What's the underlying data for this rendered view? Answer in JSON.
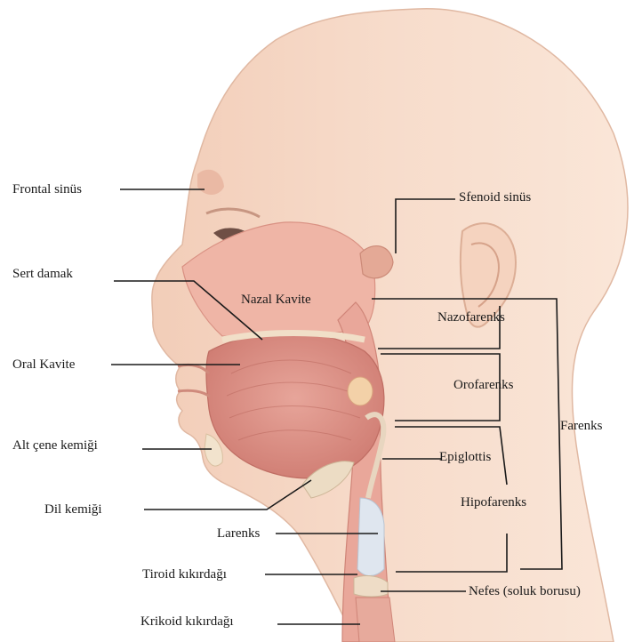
{
  "labels": {
    "frontal_sinus": "Frontal sinüs",
    "hard_palate": "Sert damak",
    "oral_cavity": "Oral Kavite",
    "mandible": "Alt çene kemiği",
    "hyoid": "Dil kemiği",
    "larynx": "Larenks",
    "thyroid_cartilage": "Tiroid kıkırdağı",
    "cricoid_cartilage": "Krikoid kıkırdağı",
    "sphenoid_sinus": "Sfenoid sinüs",
    "nasal_cavity": "Nazal Kavite",
    "nasopharynx": "Nazofarenks",
    "oropharynx": "Orofarenks",
    "pharynx": "Farenks",
    "epiglottis": "Epiglottis",
    "hypopharynx": "Hipofarenks",
    "trachea": "Nefes (soluk borusu)"
  }
}
